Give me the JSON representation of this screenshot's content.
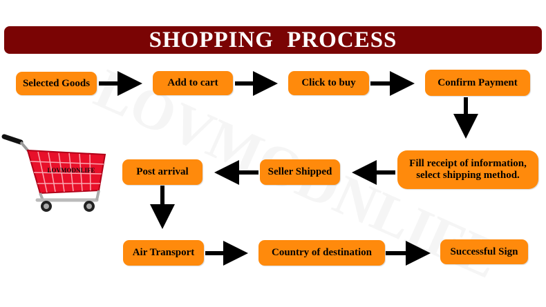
{
  "header": {
    "title": "SHOPPING  PROCESS"
  },
  "watermark": "LOVMODNLIFE",
  "cart": {
    "label": "LOVMODNLIFE"
  },
  "steps": {
    "selected_goods": "Selected Goods",
    "add_to_cart": "Add to cart",
    "click_to_buy": "Click to buy",
    "confirm_payment": "Confirm Payment",
    "fill_receipt_line1": "Fill receipt of information,",
    "fill_receipt_line2": "select shipping method.",
    "seller_shipped": "Seller Shipped",
    "post_arrival": "Post arrival",
    "air_transport": "Air Transport",
    "country_of_destination": "Country of destination",
    "successful_sign": "Successful Sign"
  },
  "colors": {
    "banner": "#7a0404",
    "step": "#ff8a0c",
    "arrow": "#000000",
    "cart": "#e8102a"
  }
}
